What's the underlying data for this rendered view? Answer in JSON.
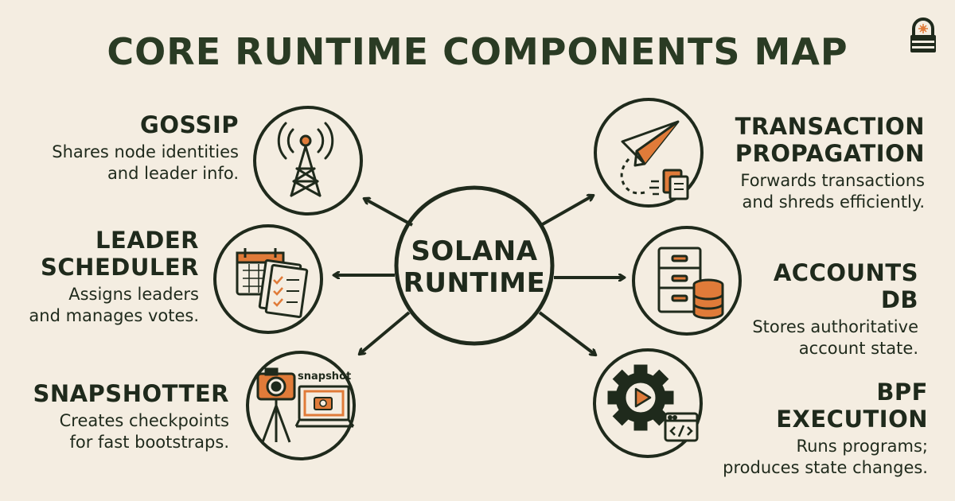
{
  "title": "CORE RUNTIME COMPONENTS MAP",
  "center": {
    "line1": "SOLANA",
    "line2": "RUNTIME"
  },
  "nodes": {
    "gossip": {
      "title1": "GOSSIP",
      "title2": "",
      "desc1": "Shares node identities",
      "desc2": "and leader info.",
      "icon": "radio-tower-icon"
    },
    "leader_scheduler": {
      "title1": "LEADER",
      "title2": "SCHEDULER",
      "desc1": "Assigns leaders",
      "desc2": "and manages votes.",
      "icon": "calendar-checklist-icon"
    },
    "snapshotter": {
      "title1": "SNAPSHOTTER",
      "title2": "",
      "desc1": "Creates checkpoints",
      "desc2": "for fast bootstraps.",
      "icon": "camera-tripod-icon",
      "icon_label": "snapshot"
    },
    "transaction_propagation": {
      "title1": "TRANSACTION",
      "title2": "PROPAGATION",
      "desc1": "Forwards transactions",
      "desc2": "and shreds efficiently.",
      "icon": "paper-plane-icon"
    },
    "accounts_db": {
      "title1": "ACCOUNTS DB",
      "title2": "",
      "desc1": "Stores authoritative",
      "desc2": "account state.",
      "icon": "database-cabinet-icon"
    },
    "bpf_execution": {
      "title1": "BPF EXECUTION",
      "title2": "",
      "desc1": "Runs programs;",
      "desc2": "produces state changes.",
      "icon": "gear-play-code-icon"
    }
  },
  "colors": {
    "background": "#f4ede1",
    "ink": "#1f2a1c",
    "accent": "#e07b39",
    "title": "#2a3b24"
  },
  "logo_icon": "padlock-logo-icon"
}
